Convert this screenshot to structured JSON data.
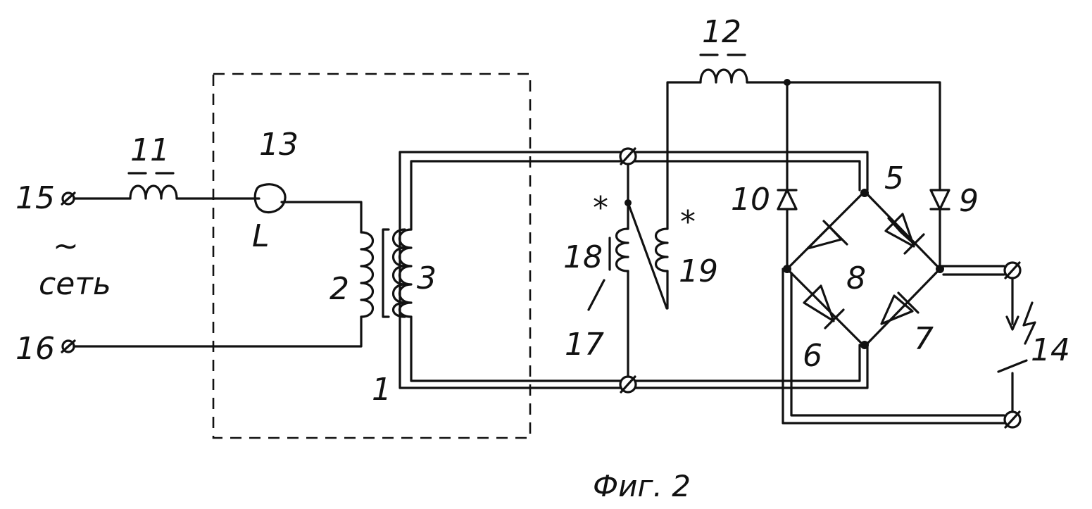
{
  "labels": {
    "n1": "1",
    "n2": "2",
    "n3": "3",
    "n5": "5",
    "n6": "6",
    "n7": "7",
    "n8": "8",
    "n9": "9",
    "n10": "10",
    "n11": "11",
    "n12": "12",
    "n13": "13",
    "n14": "14",
    "n15": "15",
    "n16": "16",
    "n17": "17",
    "n18": "18",
    "n19": "19",
    "lamp_letter": "L",
    "network_tilde": "~",
    "network": "сеть",
    "star_a": "*",
    "star_b": "*"
  },
  "caption": "Фиг. 2"
}
